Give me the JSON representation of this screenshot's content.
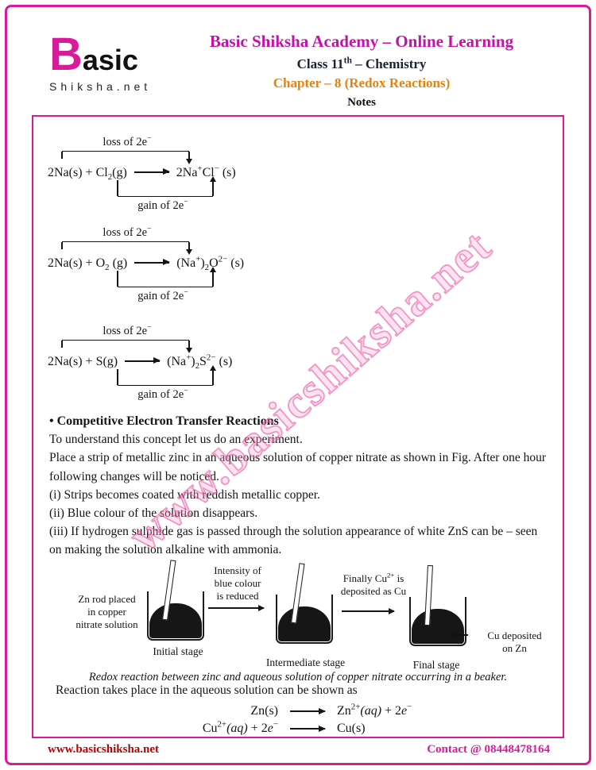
{
  "theme": {
    "frame_color": "#d81b9a",
    "title_color": "#c212a8",
    "class_color": "#1a2238",
    "chapter_color": "#e8820a",
    "notes_color": "#111111",
    "footer_left_color": "#c00000",
    "footer_right_color": "#d81b9a",
    "watermark_color": "#ef7fb8"
  },
  "header": {
    "logo_b": "B",
    "logo_rest": "asic",
    "logo_sub": "Shiksha.net",
    "academy": "Basic Shiksha Academy – Online Learning",
    "class_parts": [
      {
        "t": "n",
        "v": "Class 11"
      },
      {
        "t": "sup",
        "v": "th"
      },
      {
        "t": "n",
        "v": " – Chemistry"
      }
    ],
    "chapter": "Chapter – 8 (Redox Reactions)",
    "notes": "Notes"
  },
  "reactions": [
    {
      "loss_parts": [
        {
          "t": "n",
          "v": "loss of 2e"
        },
        {
          "t": "sup",
          "v": "−"
        }
      ],
      "gain_parts": [
        {
          "t": "n",
          "v": "gain of 2e"
        },
        {
          "t": "sup",
          "v": "−"
        }
      ],
      "lhs_parts": [
        {
          "t": "n",
          "v": "2Na(s) + Cl"
        },
        {
          "t": "sub",
          "v": "2"
        },
        {
          "t": "n",
          "v": "(g)"
        }
      ],
      "rhs_parts": [
        {
          "t": "n",
          "v": "2Na"
        },
        {
          "t": "sup",
          "v": "+"
        },
        {
          "t": "n",
          "v": "Cl"
        },
        {
          "t": "sup",
          "v": "−"
        },
        {
          "t": "n",
          "v": " (s)"
        }
      ]
    },
    {
      "loss_parts": [
        {
          "t": "n",
          "v": "loss of 2e"
        },
        {
          "t": "sup",
          "v": "−"
        }
      ],
      "gain_parts": [
        {
          "t": "n",
          "v": "gain of 2e"
        },
        {
          "t": "sup",
          "v": "−"
        }
      ],
      "lhs_parts": [
        {
          "t": "n",
          "v": "2Na(s) + O"
        },
        {
          "t": "sub",
          "v": "2"
        },
        {
          "t": "n",
          "v": " (g)"
        }
      ],
      "rhs_parts": [
        {
          "t": "n",
          "v": "(Na"
        },
        {
          "t": "sup",
          "v": "+"
        },
        {
          "t": "n",
          "v": ")"
        },
        {
          "t": "sub",
          "v": "2"
        },
        {
          "t": "n",
          "v": "O"
        },
        {
          "t": "sup",
          "v": "2−"
        },
        {
          "t": "n",
          "v": " (s)"
        }
      ]
    },
    {
      "loss_parts": [
        {
          "t": "n",
          "v": "loss of 2e"
        },
        {
          "t": "sup",
          "v": "−"
        }
      ],
      "gain_parts": [
        {
          "t": "n",
          "v": "gain of 2e"
        },
        {
          "t": "sup",
          "v": "−"
        }
      ],
      "lhs_parts": [
        {
          "t": "n",
          "v": "2Na(s) + S(g)"
        }
      ],
      "rhs_parts": [
        {
          "t": "n",
          "v": "(Na"
        },
        {
          "t": "sup",
          "v": "+"
        },
        {
          "t": "n",
          "v": ")"
        },
        {
          "t": "sub",
          "v": "2"
        },
        {
          "t": "n",
          "v": "S"
        },
        {
          "t": "sup",
          "v": "2−"
        },
        {
          "t": "n",
          "v": " (s)"
        }
      ]
    }
  ],
  "body": {
    "heading": "• Competitive Electron Transfer Reactions",
    "p1": "To understand this concept let us do an experiment.",
    "p2": "Place a strip of metallic zinc in an aqueous solution of copper nitrate as shown in Fig. After one hour following changes will be noticed.",
    "i1": "(i) Strips becomes coated with reddish metallic copper.",
    "i2": "(ii) Blue colour of the solution disappears.",
    "i3": "(iii) If hydrogen sulphide gas is passed through the solution appearance of white ZnS can be – seen on making the solution alkaline with ammonia."
  },
  "figure": {
    "left_note": "Zn rod placed\nin copper\nnitrate solution",
    "t1": "Intensity of\nblue colour\nis reduced",
    "t2_parts": [
      {
        "t": "n",
        "v": "Finally Cu"
      },
      {
        "t": "sup",
        "v": "2+"
      },
      {
        "t": "n",
        "v": " is deposited as Cu"
      }
    ],
    "right_note": "Cu deposited\non Zn",
    "s1": "Initial stage",
    "s2": "Intermediate stage",
    "s3": "Final stage",
    "caption": "Redox reaction between zinc and aqueous solution of copper nitrate occurring in a beaker."
  },
  "aq": {
    "intro": "Reaction takes place in the aqueous solution can be shown as",
    "rows": [
      {
        "left_parts": [
          {
            "t": "n",
            "v": "Zn(s)"
          }
        ],
        "right_parts": [
          {
            "t": "n",
            "v": "Zn"
          },
          {
            "t": "sup",
            "v": "2+"
          },
          {
            "t": "i",
            "v": "(aq)"
          },
          {
            "t": "n",
            "v": " + 2"
          },
          {
            "t": "i",
            "v": "e"
          },
          {
            "t": "sup",
            "v": "−"
          }
        ]
      },
      {
        "left_parts": [
          {
            "t": "n",
            "v": "Cu"
          },
          {
            "t": "sup",
            "v": "2+"
          },
          {
            "t": "i",
            "v": "(aq)"
          },
          {
            "t": "n",
            "v": " + 2"
          },
          {
            "t": "i",
            "v": "e"
          },
          {
            "t": "sup",
            "v": "−"
          }
        ],
        "right_parts": [
          {
            "t": "n",
            "v": "Cu(s)"
          }
        ]
      }
    ]
  },
  "footer": {
    "left": "www.basicshiksha.net",
    "right": "Contact @ 08448478164"
  },
  "watermark": {
    "text": "www.basicshiksha.net"
  }
}
